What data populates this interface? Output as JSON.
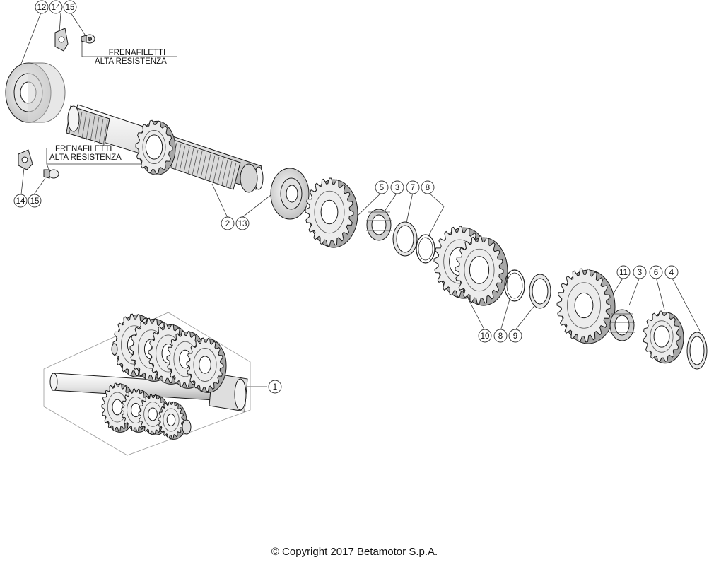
{
  "callouts": [
    {
      "id": "c12a",
      "label": "12"
    },
    {
      "id": "c14a",
      "label": "14"
    },
    {
      "id": "c15a",
      "label": "15"
    },
    {
      "id": "c14b",
      "label": "14"
    },
    {
      "id": "c15b",
      "label": "15"
    },
    {
      "id": "c2",
      "label": "2"
    },
    {
      "id": "c13",
      "label": "13"
    },
    {
      "id": "c5",
      "label": "5"
    },
    {
      "id": "c3a",
      "label": "3"
    },
    {
      "id": "c7",
      "label": "7"
    },
    {
      "id": "c8a",
      "label": "8"
    },
    {
      "id": "c10",
      "label": "10"
    },
    {
      "id": "c8b",
      "label": "8"
    },
    {
      "id": "c9",
      "label": "9"
    },
    {
      "id": "c11",
      "label": "11"
    },
    {
      "id": "c3b",
      "label": "3"
    },
    {
      "id": "c6",
      "label": "6"
    },
    {
      "id": "c4",
      "label": "4"
    },
    {
      "id": "c1",
      "label": "1"
    }
  ],
  "notes": {
    "top": {
      "line1": "FRENAFILETTI",
      "line2": "ALTA RESISTENZA"
    },
    "mid": {
      "line1": "FRENAFILETTI",
      "line2": "ALTA RESISTENZA"
    }
  },
  "footer": {
    "copyright": "© Copyright 2017 Betamotor S.p.A."
  },
  "colors": {
    "line": "#1a1a1a",
    "fill": "#f0f0f0",
    "shade": "#c8c8c8",
    "dark": "#8a8a8a"
  }
}
